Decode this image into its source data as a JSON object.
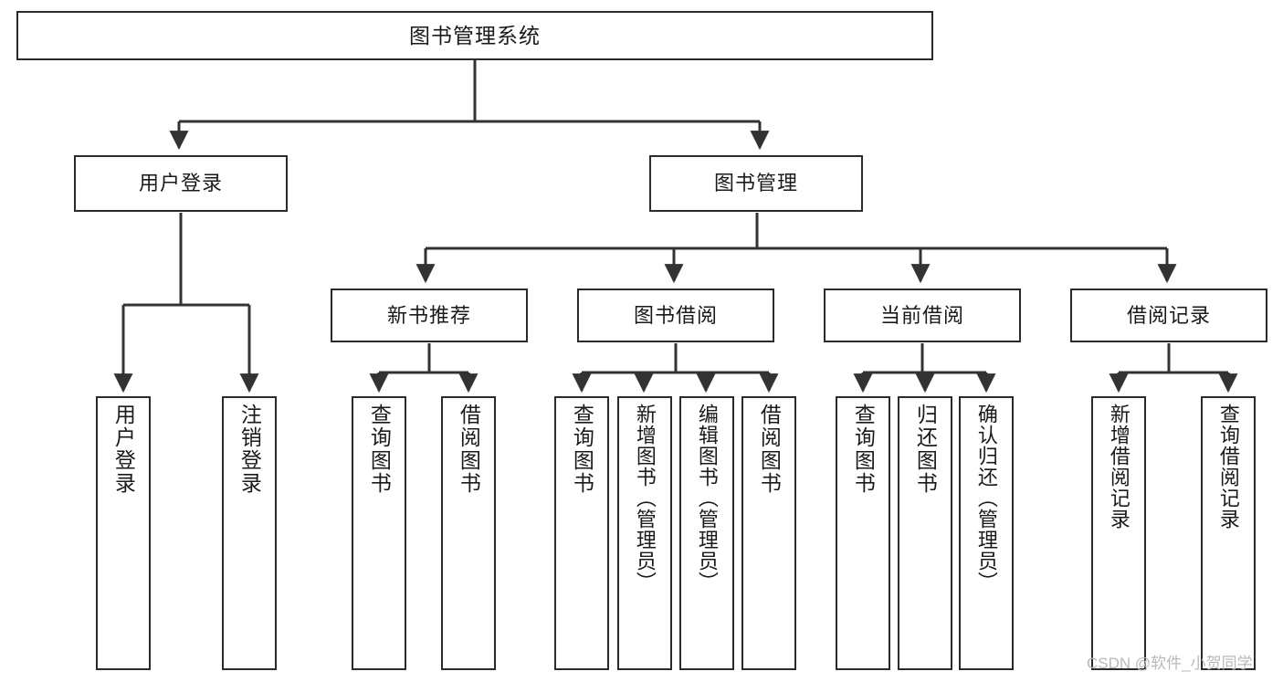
{
  "diagram": {
    "type": "tree",
    "title": "图书管理系统",
    "root": {
      "label": "图书管理系统"
    },
    "level2": [
      {
        "label": "用户登录"
      },
      {
        "label": "图书管理"
      }
    ],
    "level3": [
      {
        "label": "新书推荐"
      },
      {
        "label": "图书借阅"
      },
      {
        "label": "当前借阅"
      },
      {
        "label": "借阅记录"
      }
    ],
    "leaves": {
      "user_login": [
        {
          "label": "用户登录"
        },
        {
          "label": "注销登录"
        }
      ],
      "new_book": [
        {
          "label": "查询图书"
        },
        {
          "label": "借阅图书"
        }
      ],
      "book_borrow": [
        {
          "label": "查询图书"
        },
        {
          "label": "新增图书（管理员）"
        },
        {
          "label": "编辑图书（管理员）"
        },
        {
          "label": "借阅图书"
        }
      ],
      "current_borrow": [
        {
          "label": "查询图书"
        },
        {
          "label": "归还图书"
        },
        {
          "label": "确认归还（管理员）"
        }
      ],
      "borrow_record": [
        {
          "label": "新增借阅记录"
        },
        {
          "label": "查询借阅记录"
        }
      ]
    }
  },
  "watermark": {
    "text": "CSDN @软件_小贺同学"
  },
  "colors": {
    "box_border": "#2b2b2b",
    "box_fill": "#ffffff",
    "text": "#1a1a1a",
    "connector": "#333333",
    "watermark": "#b9b9b9"
  }
}
